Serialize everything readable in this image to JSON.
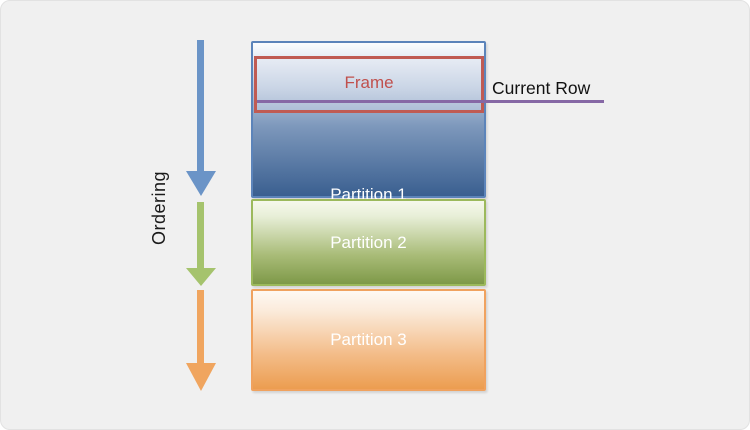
{
  "diagram": {
    "title_hint": "window-function partitions and frame diagram",
    "ordering_label": "Ordering",
    "frame_label": "Frame",
    "current_row_label": "Current Row",
    "partitions": [
      {
        "label": "Partition 1"
      },
      {
        "label": "Partition 2"
      },
      {
        "label": "Partition 3"
      }
    ],
    "colors": {
      "panel_bg": "#F0F0F0",
      "partition1_border": "#5C84BA",
      "partition1_dark": "#3A5F90",
      "frame_border": "#C05B53",
      "frame_text": "#C0504D",
      "partition2_border": "#9CB95C",
      "partition2_dark": "#7E9948",
      "partition3_border": "#F0A25F",
      "partition3_dark": "#EC9D50",
      "current_row_line": "#8668A5",
      "arrow_blue": "#6B94C7",
      "arrow_green": "#A5C36D",
      "arrow_orange": "#F0A55F",
      "partition_label_text": "#FFFFFF",
      "annotation_text": "#111111"
    }
  }
}
